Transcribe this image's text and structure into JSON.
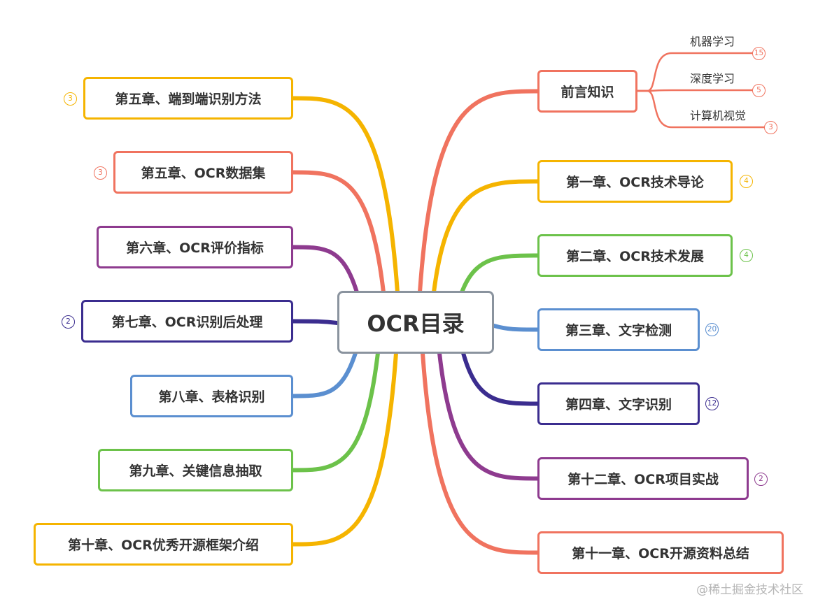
{
  "colors": {
    "red": "#f0735f",
    "yellow": "#f5b400",
    "green": "#6cc24a",
    "blue": "#5b8fd0",
    "navy": "#3b2d8f",
    "purple": "#8e3b8f",
    "gray": "#8a939e"
  },
  "center": {
    "label": "OCR目录"
  },
  "right": [
    {
      "label": "前言知识",
      "color": "red",
      "children": [
        {
          "label": "机器学习",
          "badge": "15"
        },
        {
          "label": "深度学习",
          "badge": "5"
        },
        {
          "label": "计算机视觉",
          "badge": "3"
        }
      ]
    },
    {
      "label": "第一章、OCR技术导论",
      "color": "yellow",
      "badge": "4"
    },
    {
      "label": "第二章、OCR技术发展",
      "color": "green",
      "badge": "4"
    },
    {
      "label": "第三章、文字检测",
      "color": "blue",
      "badge": "20"
    },
    {
      "label": "第四章、文字识别",
      "color": "navy",
      "badge": "12"
    },
    {
      "label": "第十二章、OCR项目实战",
      "color": "purple",
      "badge": "2"
    },
    {
      "label": "第十一章、OCR开源资料总结",
      "color": "red"
    }
  ],
  "left": [
    {
      "label": "第五章、端到端识别方法",
      "color": "yellow",
      "badge": "3"
    },
    {
      "label": "第五章、OCR数据集",
      "color": "red",
      "badge": "3"
    },
    {
      "label": "第六章、OCR评价指标",
      "color": "purple"
    },
    {
      "label": "第七章、OCR识别后处理",
      "color": "navy",
      "badge": "2"
    },
    {
      "label": "第八章、表格识别",
      "color": "blue"
    },
    {
      "label": "第九章、关键信息抽取",
      "color": "green"
    },
    {
      "label": "第十章、OCR优秀开源框架介绍",
      "color": "yellow"
    }
  ],
  "watermark": "@稀土掘金技术社区"
}
